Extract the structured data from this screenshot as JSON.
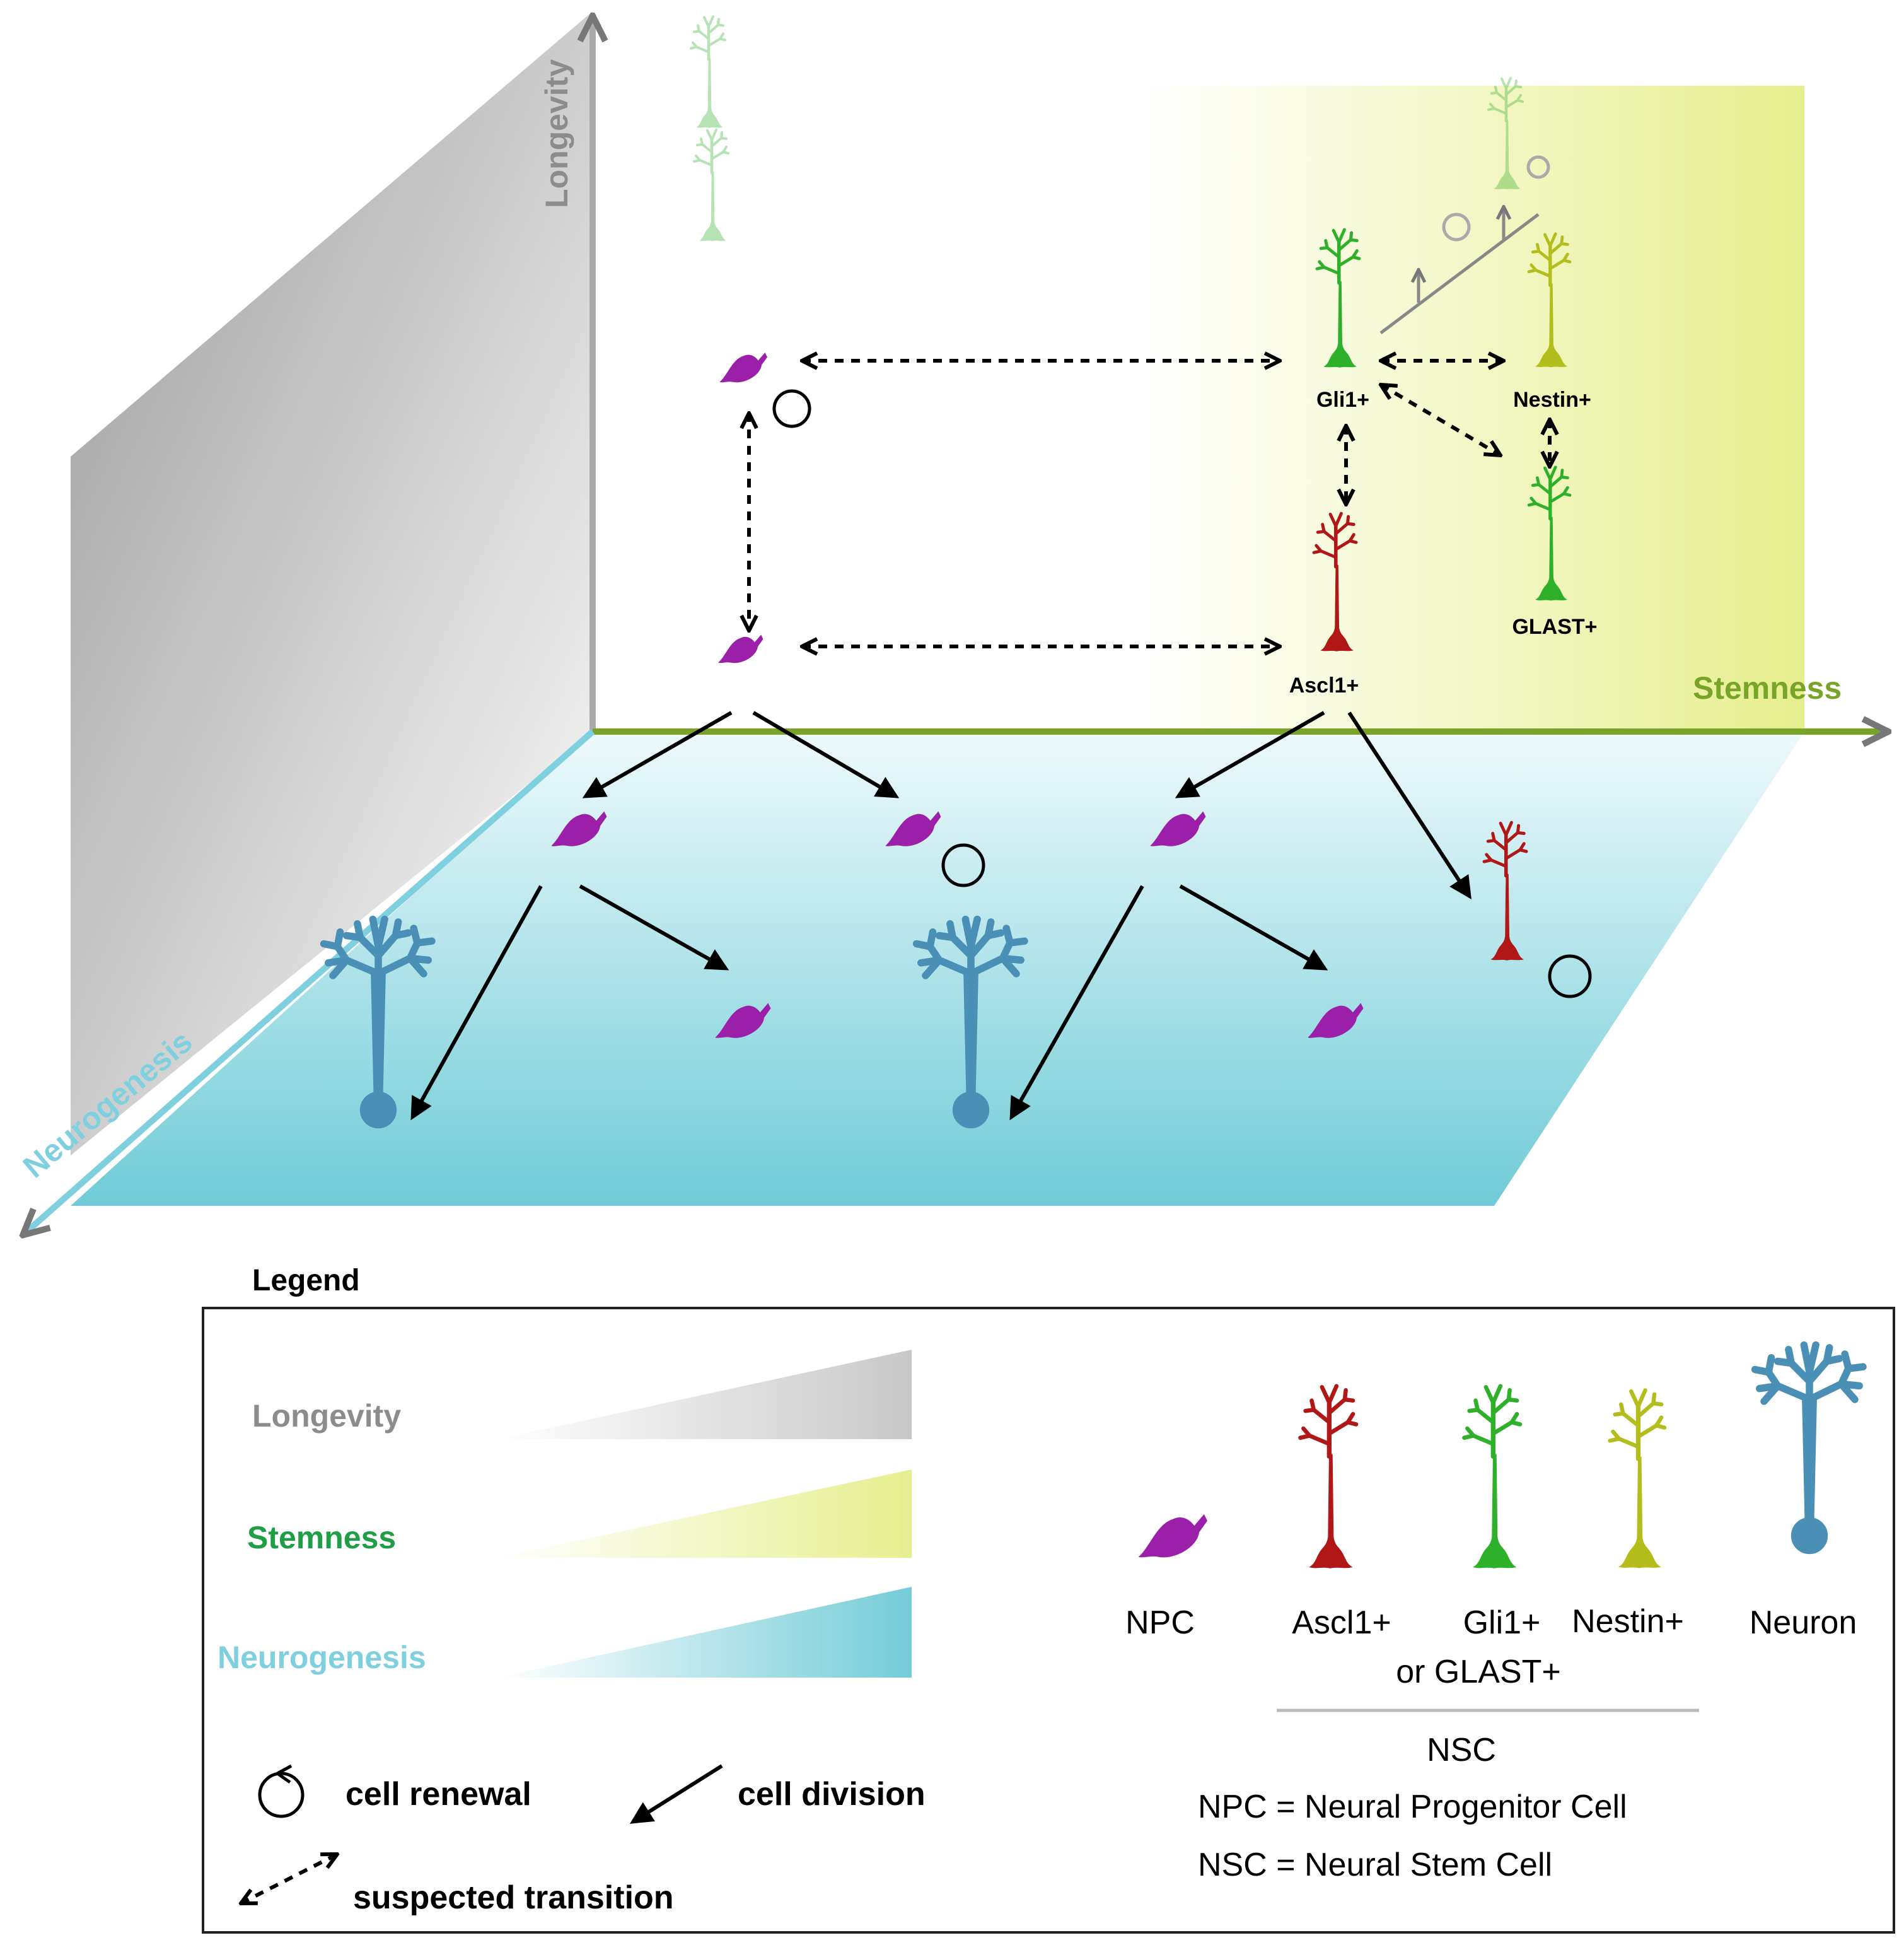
{
  "axes": {
    "longevity": "Longevity",
    "stemness": "Stemness",
    "neurogenesis": "Neurogenesis"
  },
  "cells": {
    "gli1": "Gli1+",
    "nestin": "Nestin+",
    "ascl1": "Ascl1+",
    "glast": "GLAST+"
  },
  "legend": {
    "title": "Legend",
    "gradients": {
      "longevity": "Longevity",
      "stemness": "Stemness",
      "neurogenesis": "Neurogenesis"
    },
    "cell_types": {
      "npc": "NPC",
      "ascl1": "Ascl1+",
      "gli1": "Gli1+",
      "nestin": "Nestin+",
      "neuron": "Neuron",
      "or_glast": "or GLAST+"
    },
    "nsc": "NSC",
    "npc_def": "NPC = Neural Progenitor Cell",
    "nsc_def": "NSC = Neural Stem Cell",
    "symbols": {
      "renewal": "cell renewal",
      "division": "cell division",
      "transition": "suspected transition"
    }
  },
  "colors": {
    "longevity": "#8c8c8c",
    "stemness_text": "#1f9e46",
    "stemness_axis": "#7aa32a",
    "neurogenesis": "#7fd0de",
    "npc": "#9b1fa8",
    "ascl1": "#b01818",
    "gli1": "#2fb02a",
    "nestin": "#b3bd1c",
    "neuron": "#4a8fb5"
  }
}
